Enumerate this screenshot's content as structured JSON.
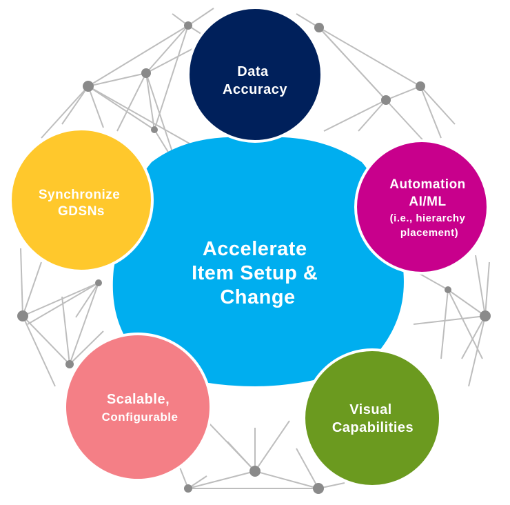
{
  "colors": {
    "center": "#00AEEF",
    "data_accuracy": "#00205B",
    "automation": "#C8008C",
    "visual": "#6B9A1F",
    "scalable": "#F47F86",
    "synchronize": "#FFC82C",
    "network": "#bdbdbd",
    "node": "#8a8a8a"
  },
  "center": {
    "lines": [
      "Accelerate",
      "Item Setup &",
      "Change"
    ]
  },
  "circles": {
    "data_accuracy": {
      "lines": [
        "Data",
        "Accuracy"
      ]
    },
    "automation": {
      "lines": [
        "Automation",
        "AI/ML",
        "(i.e., hierarchy",
        "placement)"
      ]
    },
    "visual": {
      "lines": [
        "Visual",
        "Capabilities"
      ]
    },
    "scalable": {
      "lines": [
        "Scalable,",
        "Configurable"
      ]
    },
    "synchronize": {
      "lines": [
        "Synchronize",
        "GDSNs"
      ]
    }
  }
}
